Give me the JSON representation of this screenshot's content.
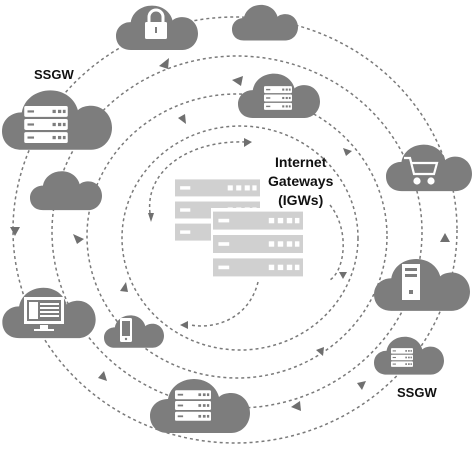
{
  "labels": {
    "ssgw_top": "SSGW",
    "ssgw_bottom": "SSGW",
    "igw_line1": "Internet",
    "igw_line2": "Gateways",
    "igw_line3": "(IGWs)"
  },
  "nodes": [
    {
      "name": "cloud-lock",
      "icon": "lock-icon"
    },
    {
      "name": "cloud-empty-top",
      "icon": "none"
    },
    {
      "name": "cloud-ssgw-left",
      "icon": "server-icon"
    },
    {
      "name": "cloud-server-upper",
      "icon": "server-icon"
    },
    {
      "name": "cloud-cart",
      "icon": "shopping-cart-icon"
    },
    {
      "name": "cloud-empty-left",
      "icon": "none"
    },
    {
      "name": "cloud-tower-right",
      "icon": "tower-server-icon"
    },
    {
      "name": "cloud-monitor",
      "icon": "monitor-icon"
    },
    {
      "name": "cloud-phone",
      "icon": "mobile-phone-icon"
    },
    {
      "name": "cloud-ssgw-right",
      "icon": "server-icon"
    },
    {
      "name": "cloud-server-bottom",
      "icon": "server-icon"
    }
  ],
  "colors": {
    "cloud": "#7d7d7d",
    "dashed_line": "#7a7a7a",
    "igw_server": "#cfcfcf",
    "text": "#111111"
  }
}
